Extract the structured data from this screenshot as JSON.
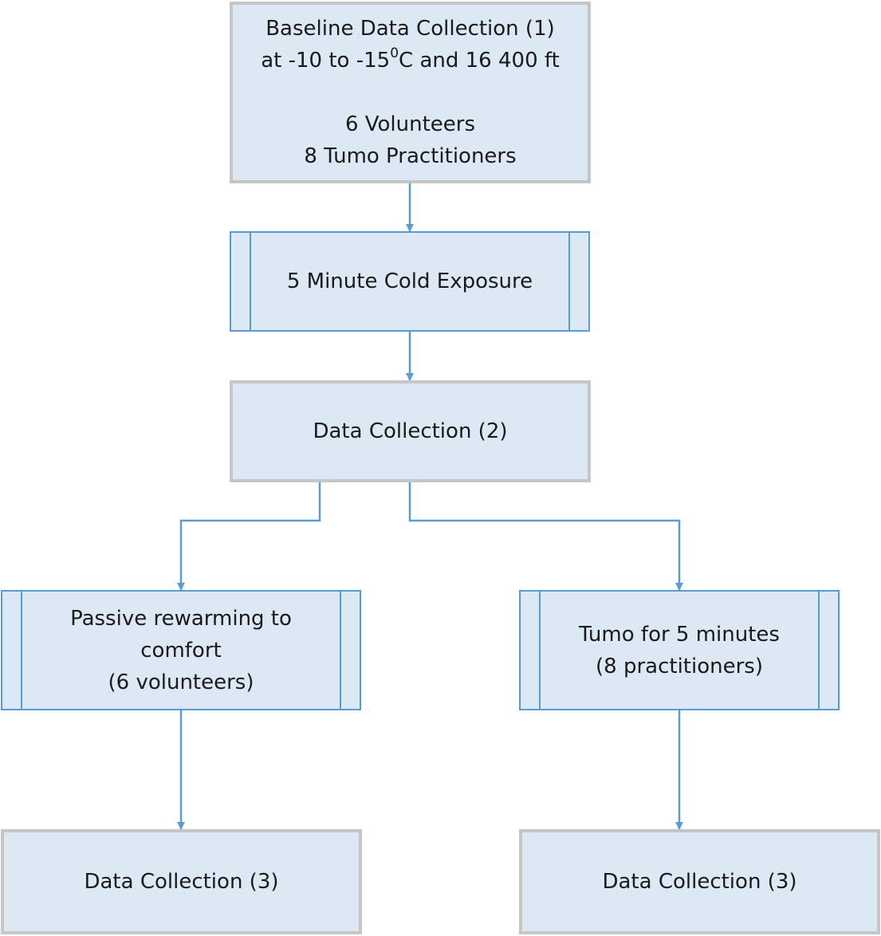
{
  "nodes": {
    "baseline": {
      "line1": "Baseline Data Collection (1)",
      "line2_pre": "at -10 to -15",
      "line2_sup": "0",
      "line2_post": "C and 16 400 ft",
      "line3": "6 Volunteers",
      "line4": "8 Tumo Practitioners"
    },
    "cold_exposure": {
      "line1": "5 Minute Cold Exposure"
    },
    "data_collection_2": {
      "line1": "Data Collection (2)"
    },
    "passive_rewarming": {
      "line1": "Passive rewarming to",
      "line2": "comfort",
      "line3": "(6 volunteers)"
    },
    "tumo": {
      "line1": "Tumo for 5 minutes",
      "line2": "(8 practitioners)"
    },
    "data_collection_3_left": {
      "line1": "Data Collection (3)"
    },
    "data_collection_3_right": {
      "line1": "Data Collection (3)"
    }
  },
  "colors": {
    "box_fill": "#dce8f3",
    "process_border": "#c6c6c6",
    "subprocess_border": "#5b9bd5",
    "arrow": "#5b9bd5"
  }
}
